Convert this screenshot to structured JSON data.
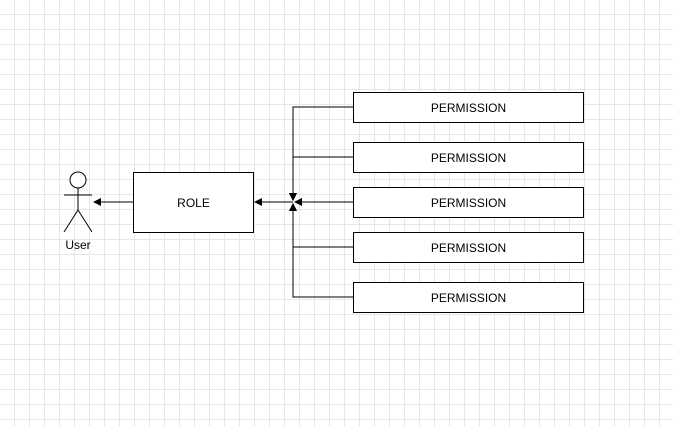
{
  "diagram": {
    "actor": {
      "label": "User"
    },
    "role": {
      "label": "ROLE"
    },
    "permissions": [
      {
        "label": "PERMISSION"
      },
      {
        "label": "PERMISSION"
      },
      {
        "label": "PERMISSION"
      },
      {
        "label": "PERMISSION"
      },
      {
        "label": "PERMISSION"
      }
    ]
  },
  "colors": {
    "stroke": "#000000",
    "grid": "#e6e6e6",
    "background": "#ffffff"
  }
}
